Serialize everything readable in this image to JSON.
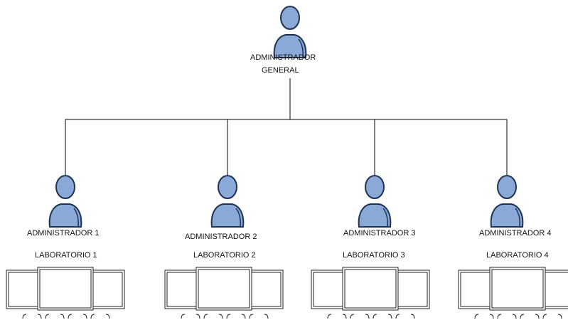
{
  "root": {
    "label_line1": "ADMINISTRADOR",
    "label_line2": "GENERAL"
  },
  "admins": [
    {
      "label": "ADMINISTRADOR 1",
      "lab": "LABORATORIO 1"
    },
    {
      "label": "ADMINISTRADOR 2",
      "lab": "LABORATORIO 2"
    },
    {
      "label": "ADMINISTRADOR 3",
      "lab": "LABORATORIO 3"
    },
    {
      "label": "ADMINISTRADOR 4",
      "lab": "LABORATORIO 4"
    }
  ],
  "colors": {
    "person_fill": "#8aa9d6",
    "person_stroke": "#1f3355",
    "line": "#000000"
  }
}
